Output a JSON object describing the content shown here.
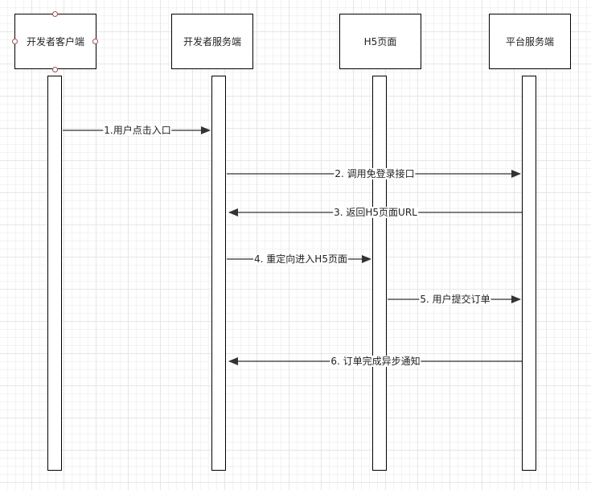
{
  "participants": [
    {
      "id": "p1",
      "label": "开发者客户端"
    },
    {
      "id": "p2",
      "label": "开发者服务端"
    },
    {
      "id": "p3",
      "label": "H5页面"
    },
    {
      "id": "p4",
      "label": "平台服务端"
    }
  ],
  "messages": [
    {
      "id": "m1",
      "label": "1.用户点击入口",
      "from": "p1",
      "to": "p2"
    },
    {
      "id": "m2",
      "label": "2. 调用免登录接口",
      "from": "p2",
      "to": "p4"
    },
    {
      "id": "m3",
      "label": "3. 返回H5页面URL",
      "from": "p4",
      "to": "p2"
    },
    {
      "id": "m4",
      "label": "4. 重定向进入H5页面",
      "from": "p2",
      "to": "p3"
    },
    {
      "id": "m5",
      "label": "5. 用户提交订单",
      "from": "p3",
      "to": "p4"
    },
    {
      "id": "m6",
      "label": "6. 订单完成异步通知",
      "from": "p4",
      "to": "p2"
    }
  ],
  "colors": {
    "line": "#000000",
    "arrow": "#333333",
    "handle": "#a05050",
    "grid": "#e6e6e6"
  }
}
